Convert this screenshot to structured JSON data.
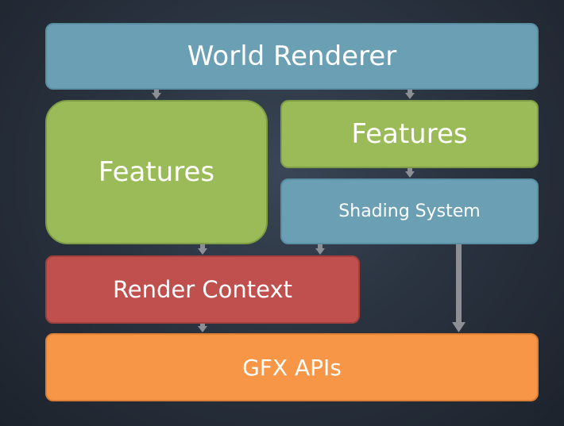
{
  "diagram": {
    "world_renderer": "World Renderer",
    "features_left": "Features",
    "features_right": "Features",
    "shading_system": "Shading System",
    "render_context": "Render Context",
    "gfx_apis": "GFX APIs"
  },
  "colors": {
    "world_renderer": "#6a9fb4",
    "features": "#9bbb59",
    "shading_system": "#6a9fb4",
    "render_context": "#c0504d",
    "gfx_apis": "#f79646",
    "arrow": "#8c8f94"
  }
}
